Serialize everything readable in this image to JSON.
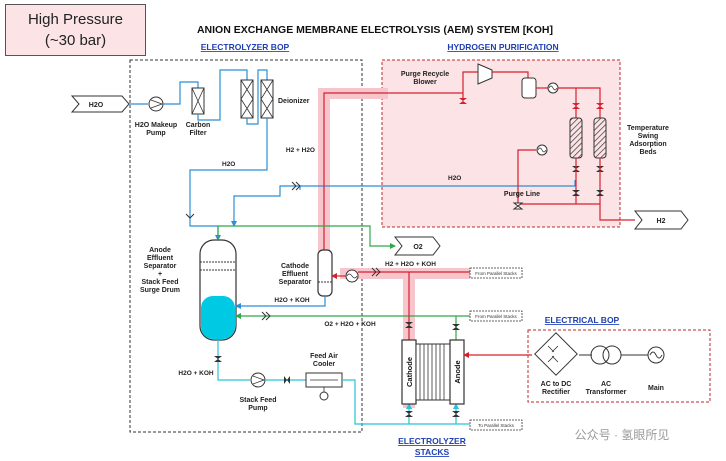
{
  "header": {
    "pressure_line1": "High Pressure",
    "pressure_line2": "(~30 bar)",
    "title": "ANION EXCHANGE MEMBRANE ELECTROLYSIS (AEM) SYSTEM [KOH]"
  },
  "sections": {
    "electrolyzer_bop": "ELECTROLYZER BOP",
    "hydrogen_purification": "HYDROGEN PURIFICATION",
    "electrical_bop": "ELECTRICAL BOP",
    "electrolyzer_stacks_line1": "ELECTROLYZER",
    "electrolyzer_stacks_line2": "STACKS"
  },
  "equipment": {
    "h2o_makeup_pump_1": "H2O Makeup",
    "h2o_makeup_pump_2": "Pump",
    "carbon_filter_1": "Carbon",
    "carbon_filter_2": "Filter",
    "deionizer": "Deionizer",
    "purge_recycle_blower_1": "Purge Recycle",
    "purge_recycle_blower_2": "Blower",
    "tsa_1": "Temperature",
    "tsa_2": "Swing",
    "tsa_3": "Adsorption",
    "tsa_4": "Beds",
    "purge_line": "Purge Line",
    "anode_sep_1": "Anode",
    "anode_sep_2": "Effluent",
    "anode_sep_3": "Separator",
    "anode_sep_4": "+",
    "anode_sep_5": "Stack Feed",
    "anode_sep_6": "Surge Drum",
    "cathode_sep_1": "Cathode",
    "cathode_sep_2": "Effluent",
    "cathode_sep_3": "Separator",
    "feed_air_cooler_1": "Feed Air",
    "feed_air_cooler_2": "Cooler",
    "stack_feed_pump_1": "Stack Feed",
    "stack_feed_pump_2": "Pump",
    "cathode": "Cathode",
    "anode": "Anode",
    "rectifier_1": "AC to DC",
    "rectifier_2": "Rectifier",
    "transformer_1": "AC",
    "transformer_2": "Transformer",
    "main": "Main"
  },
  "streams": {
    "h2o_in": "H2O",
    "h2o_1": "H2O",
    "h2o_2": "H2O",
    "h2_h2o": "H2 + H2O",
    "h2_out": "H2",
    "o2_out": "O2",
    "h2_h2o_koh": "H2 + H2O + KOH",
    "h2o_koh_1": "H2O + KOH",
    "o2_h2o_koh": "O2 + H2O + KOH",
    "h2o_koh_2": "H2O + KOH",
    "from_parallel_1": "From Parallel Stacks",
    "from_parallel_2": "From Parallel Stacks",
    "to_parallel": "To Parallel Stacks"
  },
  "watermark": "公众号 · 氢眼所见",
  "colors": {
    "water": "#2a8fd6",
    "hydrogen": "#d6202f",
    "oxygen": "#2fa84a",
    "koh": "#27c3d6",
    "highlight": "#f7c5cc",
    "section_title": "#1f3fb3"
  }
}
